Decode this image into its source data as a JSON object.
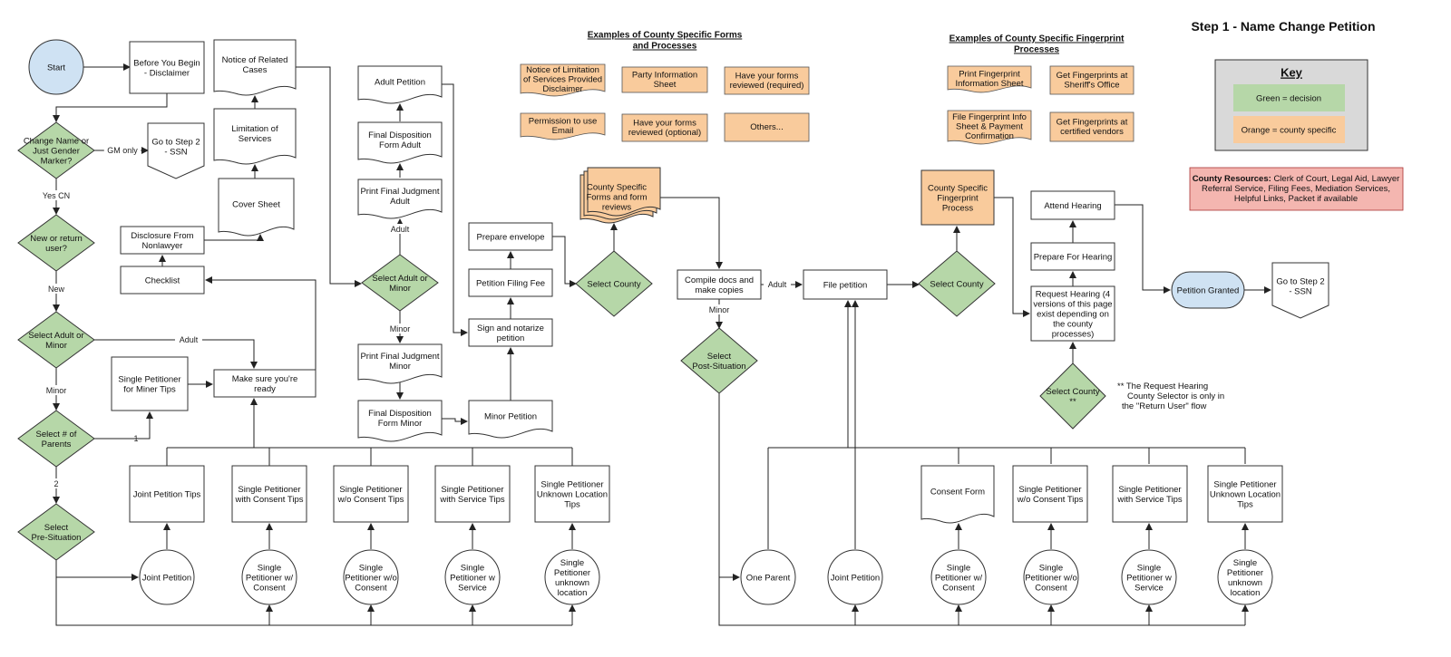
{
  "title": "Step 1 - Name Change Petition",
  "colors": {
    "start": "#cfe2f3",
    "decision": "#b6d7a8",
    "county": "#f9cb9c",
    "resources": "#f4b6b0",
    "key_bg": "#d9d9d9",
    "line": "#222222"
  },
  "headings": {
    "forms": [
      "Examples of County Specific Forms",
      "and Processes"
    ],
    "fingerprint": [
      "Examples of County Specific Fingerprint",
      "Processes"
    ]
  },
  "key": {
    "title": "Key",
    "green": "Green = decision",
    "orange": "Orange = county specific"
  },
  "resources": {
    "bold": "County Resources:",
    "lines": [
      "Clerk of Court, Legal Aid, Lawyer",
      "Referral Service, Filing Fees, Mediation Services,",
      "Helpful Links, Packet if available"
    ]
  },
  "note": [
    "** The Request Hearing",
    "County Selector is only in",
    "the \"Return User\" flow"
  ],
  "edge_labels": {
    "gm_only": "GM only",
    "yes_cn": "Yes CN",
    "new": "New",
    "adult": "Adult",
    "minor": "Minor",
    "one": "1",
    "two": "2"
  },
  "nodes": {
    "start": [
      "Start"
    ],
    "before_you_begin": [
      "Before You Begin",
      "- Disclaimer"
    ],
    "change_name": [
      "Change Name or",
      "Just Gender",
      "Marker?"
    ],
    "go_step2_a": [
      "Go to Step 2",
      "- SSN"
    ],
    "new_or_return": [
      "New or return",
      "user?"
    ],
    "select_adult_minor_left": [
      "Select Adult or",
      "Minor"
    ],
    "select_parents": [
      "Select # of",
      "Parents"
    ],
    "select_presituation": [
      "Select",
      "Pre-Situation"
    ],
    "notice_related_cases": [
      "Notice of Related",
      "Cases"
    ],
    "limitation_services": [
      "Limitation of",
      "Services"
    ],
    "cover_sheet": [
      "Cover Sheet"
    ],
    "disclosure": [
      "Disclosure From",
      "Nonlawyer"
    ],
    "checklist": [
      "Checklist"
    ],
    "make_sure_ready": [
      "Make sure you're",
      "ready"
    ],
    "single_miner_tips": [
      "Single Petitioner",
      "for Miner Tips"
    ],
    "joint_petition_tips": [
      "Joint Petition Tips"
    ],
    "consent_tips": [
      "Single Petitioner",
      "with Consent Tips"
    ],
    "wo_consent_tips": [
      "Single Petitioner",
      "w/o Consent Tips"
    ],
    "service_tips": [
      "Single Petitioner",
      "with Service Tips"
    ],
    "unknown_tips": [
      "Single Petitioner",
      "Unknown Location",
      "Tips"
    ],
    "joint_petition": [
      "Joint Petition"
    ],
    "sp_consent": [
      "Single",
      "Petitioner w/",
      "Consent"
    ],
    "sp_wo_consent": [
      "Single",
      "Petitioner w/o",
      "Consent"
    ],
    "sp_service": [
      "Single",
      "Petitioner w",
      "Service"
    ],
    "sp_unknown": [
      "Single",
      "Petitioner",
      "unknown",
      "location"
    ],
    "adult_petition": [
      "Adult Petition"
    ],
    "final_disp_adult": [
      "Final Disposition",
      "Form Adult"
    ],
    "print_final_adult": [
      "Print Final Judgment",
      "Adult"
    ],
    "select_adult_minor_mid": [
      "Select Adult or",
      "Minor"
    ],
    "print_final_minor": [
      "Print Final Judgment",
      "Minor"
    ],
    "final_disp_minor": [
      "Final Disposition",
      "Form Minor"
    ],
    "minor_petition": [
      "Minor Petition"
    ],
    "prepare_envelope": [
      "Prepare envelope"
    ],
    "petition_filing_fee": [
      "Petition Filing Fee"
    ],
    "sign_notarize": [
      "Sign and notarize",
      "petition"
    ],
    "county_forms": [
      "County Specific",
      "Forms and form",
      "reviews"
    ],
    "select_county_a": [
      "Select County"
    ],
    "compile_docs": [
      "Compile docs and",
      "make copies"
    ],
    "select_post": [
      "Select",
      "Post-Situation"
    ],
    "file_petition": [
      "File petition"
    ],
    "select_county_b": [
      "Select County"
    ],
    "county_fingerprint": [
      "County Specific",
      "Fingerprint",
      "Process"
    ],
    "request_hearing": [
      "Request Hearing (4",
      "versions of this page",
      "exist depending on",
      "the county",
      "processes)"
    ],
    "prepare_hearing": [
      "Prepare For Hearing"
    ],
    "attend_hearing": [
      "Attend Hearing"
    ],
    "select_county_c": [
      "Select County",
      "**"
    ],
    "petition_granted": [
      "Petition Granted"
    ],
    "go_step2_b": [
      "Go to Step 2",
      "- SSN"
    ],
    "consent_form": [
      "Consent Form"
    ],
    "wo_consent_tips_r": [
      "Single Petitioner",
      "w/o Consent Tips"
    ],
    "service_tips_r": [
      "Single Petitioner",
      "with Service Tips"
    ],
    "unknown_tips_r": [
      "Single Petitioner",
      "Unknown Location",
      "Tips"
    ],
    "one_parent": [
      "One Parent"
    ],
    "joint_petition_r": [
      "Joint Petition"
    ],
    "sp_consent_r": [
      "Single",
      "Petitioner w/",
      "Consent"
    ],
    "sp_wo_consent_r": [
      "Single",
      "Petitioner w/o",
      "Consent"
    ],
    "sp_service_r": [
      "Single",
      "Petitioner w",
      "Service"
    ],
    "sp_unknown_r": [
      "Single",
      "Petitioner",
      "unknown",
      "location"
    ],
    "ex_notice_limitation": [
      "Notice of Limitation",
      "of Services Provided",
      "Disclaimer"
    ],
    "ex_party_info": [
      "Party Information",
      "Sheet"
    ],
    "ex_reviewed_required": [
      "Have your forms",
      "reviewed (required)"
    ],
    "ex_permission_email": [
      "Permission to use",
      "Email"
    ],
    "ex_reviewed_optional": [
      "Have your forms",
      "reviewed (optional)"
    ],
    "ex_others": [
      "Others..."
    ],
    "ex_print_fingerprint": [
      "Print Fingerprint",
      "Information Sheet"
    ],
    "ex_sheriff": [
      "Get Fingerprints at",
      "Sheriff's Office"
    ],
    "ex_file_fingerprint": [
      "File Fingerprint Info",
      "Sheet & Payment",
      "Confirmation"
    ],
    "ex_certified": [
      "Get Fingerprints at",
      "certified vendors"
    ]
  }
}
